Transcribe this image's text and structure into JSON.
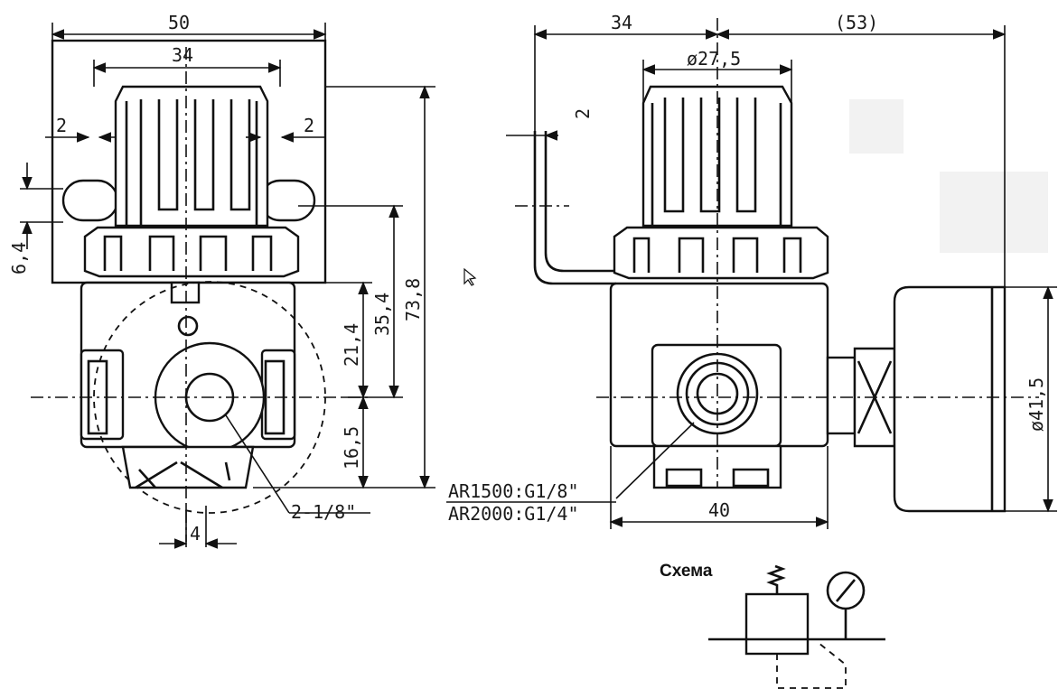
{
  "front_view": {
    "dimensions": {
      "overall_width": "50",
      "knob_width": "34",
      "bracket_left_offset": "2",
      "bracket_right_offset": "2",
      "mount_slot": "6,4",
      "total_height": "73,8",
      "knob_to_port": "35,4",
      "body_to_port": "21,4",
      "port_to_bottom": "16,5",
      "bottom_port_offset": "4"
    },
    "port_callout": "2-1/8\""
  },
  "side_view": {
    "dimensions": {
      "bracket_depth": "34",
      "gauge_reference": "(53)",
      "knob_diameter": "ø27,5",
      "bracket_thickness": "2",
      "body_width": "40",
      "gauge_diameter": "ø41,5"
    },
    "port_callouts": [
      "AR1500:G1/8\"",
      "AR2000:G1/4\""
    ]
  },
  "schema": {
    "title": "Схема"
  }
}
